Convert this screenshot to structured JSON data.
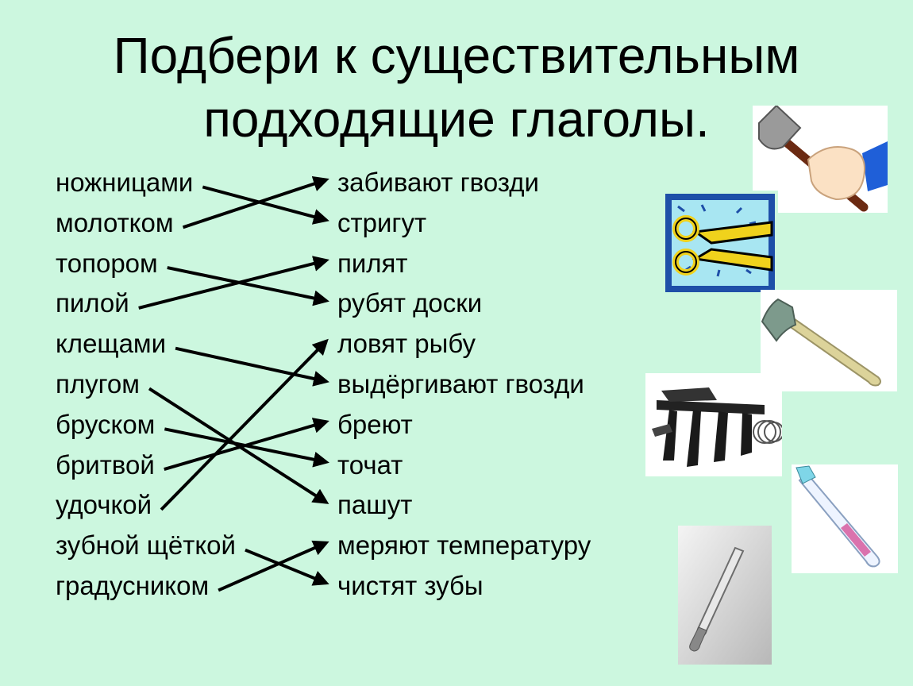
{
  "title_line1": "Подбери к существительным",
  "title_line2": "подходящие глаголы.",
  "nouns": [
    "ножницами",
    "молотком",
    "топором",
    "пилой",
    "клещами",
    "плугом",
    "бруском",
    "бритвой",
    "удочкой",
    "зубной щёткой",
    "градусником"
  ],
  "verbs": [
    "забивают гвозди",
    "стригут",
    "пилят",
    "рубят доски",
    "ловят рыбу",
    "выдёргивают гвозди",
    "бреют",
    "точат",
    "пашут",
    "меряют температуру",
    "чистят зубы"
  ],
  "matches": [
    [
      0,
      1
    ],
    [
      1,
      0
    ],
    [
      2,
      3
    ],
    [
      3,
      2
    ],
    [
      4,
      5
    ],
    [
      5,
      8
    ],
    [
      6,
      7
    ],
    [
      7,
      6
    ],
    [
      8,
      4
    ],
    [
      9,
      10
    ],
    [
      10,
      9
    ]
  ],
  "pictures": [
    "hammer",
    "scissors",
    "axe",
    "plough",
    "toothbrush",
    "thermometer"
  ]
}
